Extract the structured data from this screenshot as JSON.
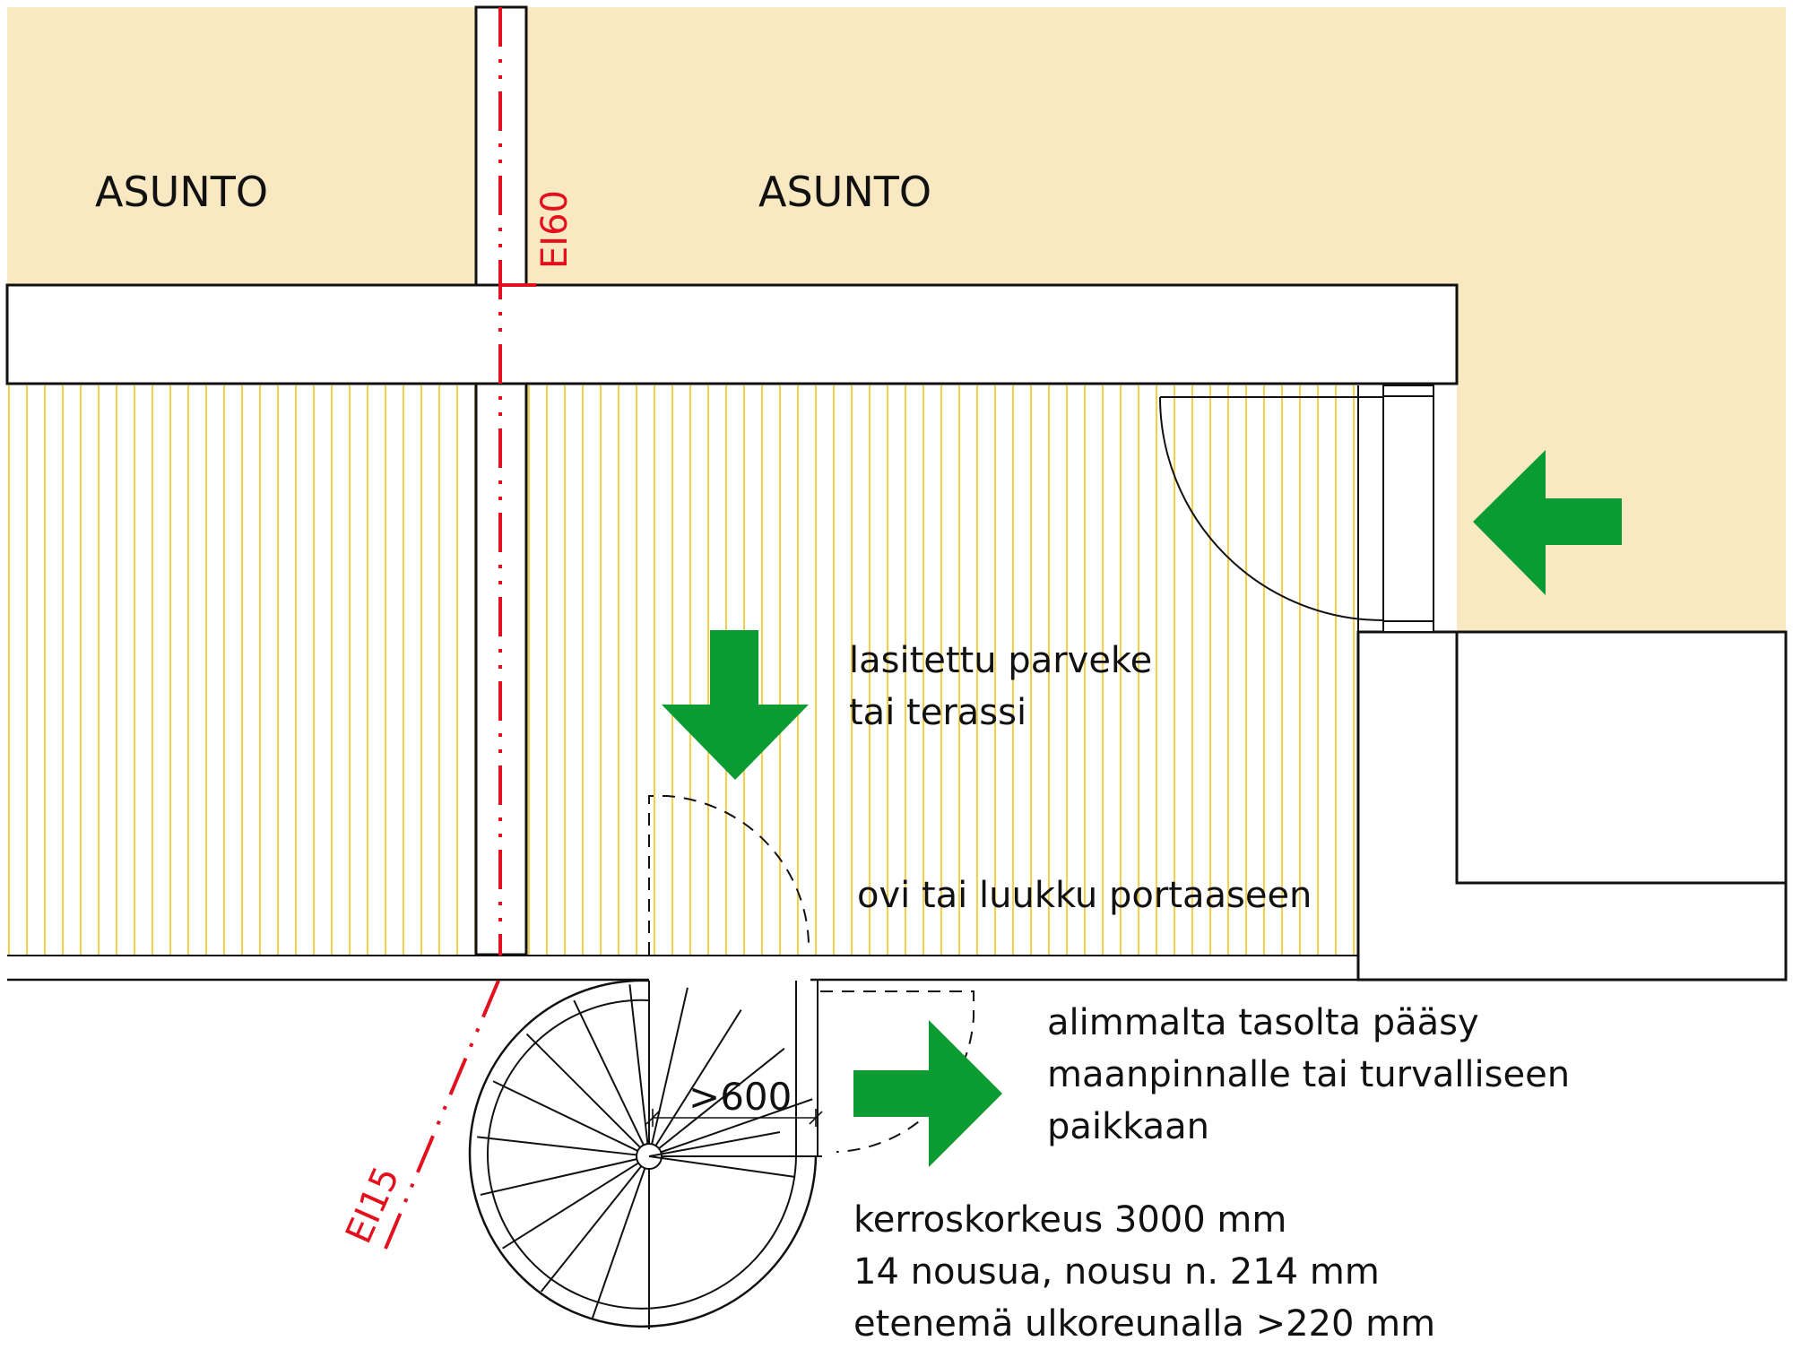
{
  "labels": {
    "apartment_left": "ASUNTO",
    "apartment_right": "ASUNTO",
    "fire_class_wall": "EI60",
    "fire_class_stair": "EI15",
    "balcony_line1": "lasitettu parveke",
    "balcony_line2": "tai terassi",
    "door_label": "ovi tai luukku portaaseen",
    "exit_line1": "alimmalta tasolta pääsy",
    "exit_line2": "maanpinnalle tai turvalliseen",
    "exit_line3": "paikkaan",
    "width_dim": ">600",
    "spec_line1": "kerroskorkeus 3000 mm",
    "spec_line2": "14 nousua, nousu n. 214 mm",
    "spec_line3": "etenemä ulkoreunalla >220 mm"
  },
  "colors": {
    "apartment_fill": "#f8e9c3",
    "hatch": "#f0c419",
    "fire_line": "#e3101e",
    "arrow": "#0a9c33",
    "wall": "#111111"
  },
  "icons": {
    "entry_arrow": "arrow-left-icon",
    "balcony_arrow": "arrow-down-icon",
    "exit_arrow": "arrow-right-icon"
  },
  "spiral_stair": {
    "risers": 14
  }
}
